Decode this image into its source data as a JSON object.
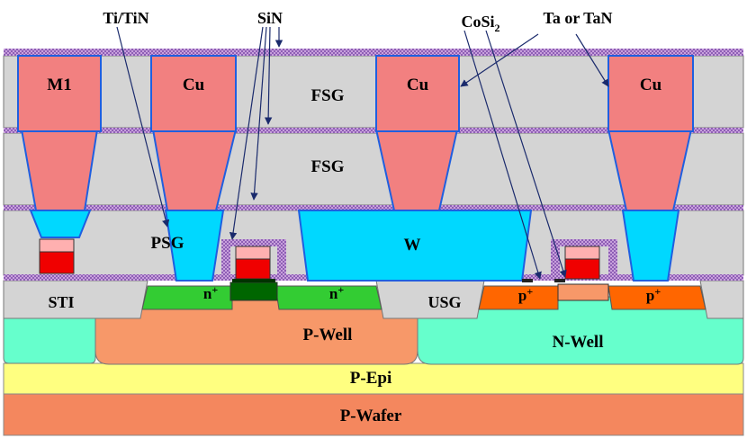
{
  "labels": {
    "ti_tin": "Ti/TiN",
    "sin": "SiN",
    "cosi2_base": "CoSi",
    "cosi2_sub": "2",
    "ta_tan": "Ta or TaN",
    "m1": "M1",
    "cu": "Cu",
    "fsg": "FSG",
    "psg": "PSG",
    "w": "W",
    "sti": "STI",
    "usg": "USG",
    "n_plus_base": "n",
    "n_plus_sup": "+",
    "p_plus_base": "p",
    "p_plus_sup": "+",
    "p_well": "P-Well",
    "n_well": "N-Well",
    "p_epi": "P-Epi",
    "p_wafer": "P-Wafer"
  },
  "colors": {
    "p_wafer": "#F4875E",
    "p_epi": "#FFFF80",
    "p_well": "#F79869",
    "n_well": "#66FFCC",
    "dielectric": "#D4D4D4",
    "sin_cap": "#C39BD3",
    "copper": "#F28080",
    "barrier": "#1F5FE0",
    "tungsten": "#00D8FF",
    "n_plus": "#33CC33",
    "p_plus": "#FF6600",
    "gate_poly": "#F00000",
    "silicide": "#FFB0B0",
    "gate_oxide": "#006600"
  }
}
